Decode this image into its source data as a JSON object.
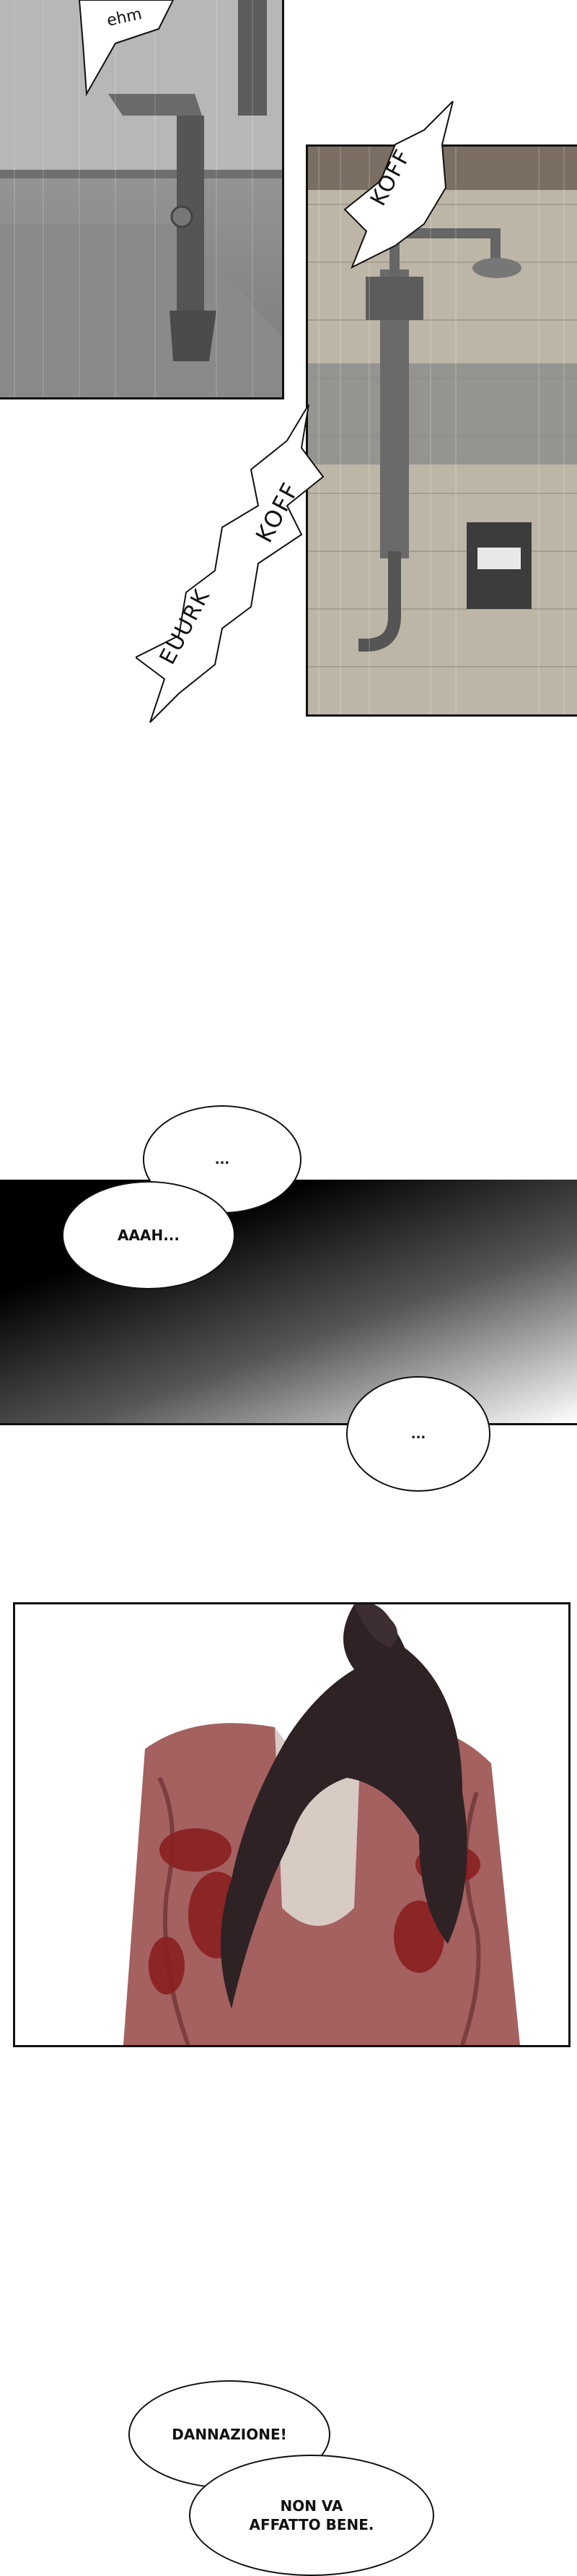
{
  "comic": {
    "panel1": {
      "sfx": "ehm"
    },
    "panel2": {
      "sfx": "KOFF"
    },
    "cough_sfx": {
      "line1": "KOFF",
      "line2": "EUURK"
    },
    "bubble_dots_top": "...",
    "bubble_aaah": "AAAH...",
    "bubble_dots_bottom": "...",
    "bubble_dannazione": "DANNAZIONE!",
    "bubble_nonva_line1": "NON VA",
    "bubble_nonva_line2": "AFFATTO BENE."
  },
  "colors": {
    "shower_gray": "#8d8d8d",
    "tile_beige": "#c9c0ae",
    "blood_red": "#8a1f1f",
    "robe_red": "#a56060",
    "hair_dark": "#2e2225"
  }
}
